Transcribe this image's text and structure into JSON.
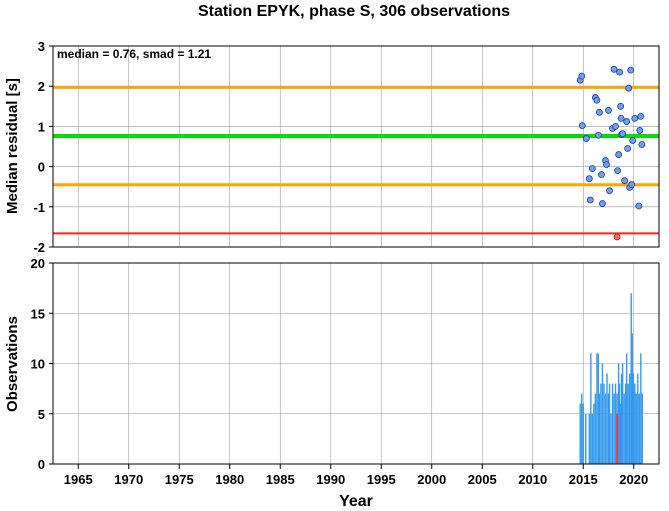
{
  "title": "Station EPYK, phase S, 306 observations",
  "annotation": "median = 0.76, smad = 1.21",
  "colors": {
    "upper_band": "#ffa500",
    "median_line": "#00dd00",
    "lower_band": "#ffa500",
    "limit_line": "#ff2020",
    "point_fill": "#6f9ff5",
    "outlier_fill": "#ff6b5a",
    "bar": "#3399ee",
    "bar_highlight": "#ff3030",
    "grid": "#9a9a9a"
  },
  "chart_data": [
    {
      "type": "scatter",
      "ylabel": "Median residual [s]",
      "xlim": [
        1962.5,
        2022.5
      ],
      "ylim": [
        -2,
        3
      ],
      "yticks": [
        "-2",
        "-1",
        "0",
        "1",
        "2",
        "3"
      ],
      "reference_lines": [
        {
          "y": 1.97,
          "kind": "upper"
        },
        {
          "y": 0.76,
          "kind": "median"
        },
        {
          "y": -0.45,
          "kind": "lower"
        },
        {
          "y": -1.66,
          "kind": "limit"
        }
      ],
      "points": [
        [
          2014.7,
          2.15
        ],
        [
          2014.85,
          2.25
        ],
        [
          2014.9,
          1.02
        ],
        [
          2015.3,
          0.7
        ],
        [
          2015.6,
          -0.3
        ],
        [
          2015.7,
          -0.83
        ],
        [
          2015.9,
          -0.05
        ],
        [
          2016.2,
          1.72
        ],
        [
          2016.35,
          1.65
        ],
        [
          2016.5,
          0.78
        ],
        [
          2016.6,
          1.35
        ],
        [
          2016.8,
          -0.2
        ],
        [
          2016.9,
          -0.92
        ],
        [
          2017.2,
          0.15
        ],
        [
          2017.3,
          0.05
        ],
        [
          2017.5,
          1.4
        ],
        [
          2017.6,
          -0.6
        ],
        [
          2017.9,
          0.95
        ],
        [
          2018.05,
          2.42
        ],
        [
          2018.2,
          1.0
        ],
        [
          2018.4,
          -0.1
        ],
        [
          2018.5,
          0.3
        ],
        [
          2018.6,
          2.35
        ],
        [
          2018.7,
          1.5
        ],
        [
          2018.75,
          1.2
        ],
        [
          2018.8,
          0.8
        ],
        [
          2018.9,
          0.82
        ],
        [
          2019.1,
          -0.35
        ],
        [
          2019.3,
          1.12
        ],
        [
          2019.4,
          0.45
        ],
        [
          2019.5,
          1.95
        ],
        [
          2019.6,
          -0.52
        ],
        [
          2019.7,
          2.4
        ],
        [
          2019.8,
          -0.45
        ],
        [
          2019.9,
          0.65
        ],
        [
          2020.1,
          1.2
        ],
        [
          2020.5,
          -0.98
        ],
        [
          2020.6,
          0.9
        ],
        [
          2020.7,
          1.25
        ],
        [
          2020.8,
          0.55
        ]
      ],
      "outliers": [
        [
          2018.35,
          -1.75
        ]
      ]
    },
    {
      "type": "bar",
      "xlabel": "Year",
      "ylabel": "Observations",
      "xlim": [
        1962.5,
        2022.5
      ],
      "ylim": [
        0,
        20
      ],
      "yticks": [
        "0",
        "5",
        "10",
        "15",
        "20"
      ],
      "xticks": [
        "1965",
        "1970",
        "1975",
        "1980",
        "1985",
        "1990",
        "1995",
        "2000",
        "2005",
        "2010",
        "2015",
        "2020"
      ],
      "bars": [
        [
          2014.7,
          6
        ],
        [
          2014.85,
          7
        ],
        [
          2015.0,
          6
        ],
        [
          2015.25,
          5
        ],
        [
          2015.6,
          5
        ],
        [
          2015.75,
          11
        ],
        [
          2015.9,
          5
        ],
        [
          2016.05,
          6
        ],
        [
          2016.2,
          7
        ],
        [
          2016.35,
          11
        ],
        [
          2016.5,
          11
        ],
        [
          2016.6,
          7
        ],
        [
          2016.75,
          8
        ],
        [
          2016.9,
          10
        ],
        [
          2017.05,
          8
        ],
        [
          2017.2,
          7
        ],
        [
          2017.35,
          9
        ],
        [
          2017.5,
          7
        ],
        [
          2017.6,
          8
        ],
        [
          2017.75,
          5
        ],
        [
          2017.9,
          8
        ],
        [
          2018.05,
          7
        ],
        [
          2018.2,
          8
        ],
        [
          2018.35,
          7
        ],
        [
          2018.5,
          10
        ],
        [
          2018.6,
          8
        ],
        [
          2018.7,
          6
        ],
        [
          2018.8,
          9
        ],
        [
          2018.9,
          10
        ],
        [
          2019.05,
          7
        ],
        [
          2019.2,
          8
        ],
        [
          2019.3,
          11
        ],
        [
          2019.45,
          8
        ],
        [
          2019.6,
          9
        ],
        [
          2019.75,
          17
        ],
        [
          2019.85,
          13
        ],
        [
          2019.95,
          9
        ],
        [
          2020.1,
          8
        ],
        [
          2020.25,
          7
        ],
        [
          2020.4,
          9
        ],
        [
          2020.55,
          7
        ],
        [
          2020.7,
          11
        ],
        [
          2020.85,
          7
        ]
      ],
      "highlight_bars": [
        [
          2018.35,
          5
        ]
      ]
    }
  ]
}
